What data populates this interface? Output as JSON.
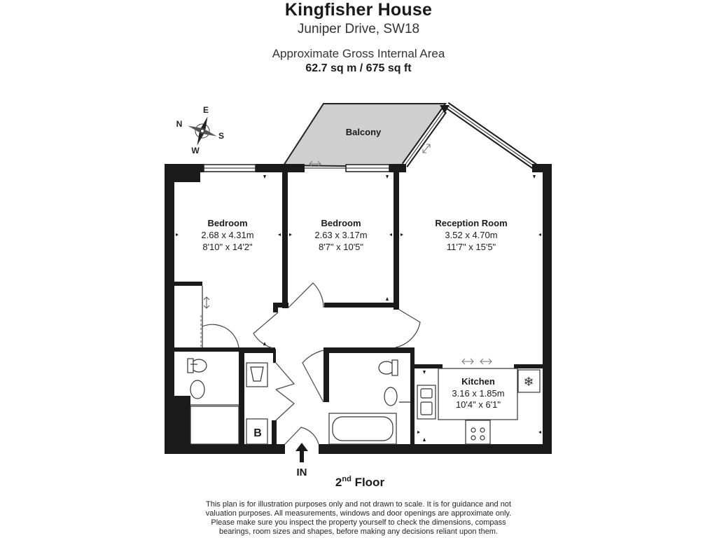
{
  "header": {
    "title": "Kingfisher House",
    "address": "Juniper Drive, SW18",
    "area_label": "Approximate Gross Internal Area",
    "area_value": "62.7 sq m / 675 sq ft"
  },
  "compass": {
    "n": "N",
    "e": "E",
    "s": "S",
    "w": "W"
  },
  "rooms": {
    "balcony": {
      "name": "Balcony"
    },
    "bedroom1": {
      "name": "Bedroom",
      "metric": "2.68 x 4.31m",
      "imperial": "8'10\" x 14'2\""
    },
    "bedroom2": {
      "name": "Bedroom",
      "metric": "2.63 x 3.17m",
      "imperial": "8'7\" x 10'5\""
    },
    "reception": {
      "name": "Reception Room",
      "metric": "3.52 x 4.70m",
      "imperial": "11'7\" x 15'5\""
    },
    "kitchen": {
      "name": "Kitchen",
      "metric": "3.16 x 1.85m",
      "imperial": "10'4\" x 6'1\""
    }
  },
  "labels": {
    "boiler": "B",
    "entrance": "IN",
    "floor": "2",
    "floor_sup": "nd",
    "floor_suffix": " Floor"
  },
  "disclaimer": [
    "This plan is for illustration purposes only and not drawn to scale. It is for guidance and not",
    "valuation purposes. All measurements, windows and door openings are approximate only.",
    "Please make sure you inspect the property yourself to check the dimensions, compass",
    "bearings, room sizes and shapes, before making any decisions reliant upon them."
  ]
}
